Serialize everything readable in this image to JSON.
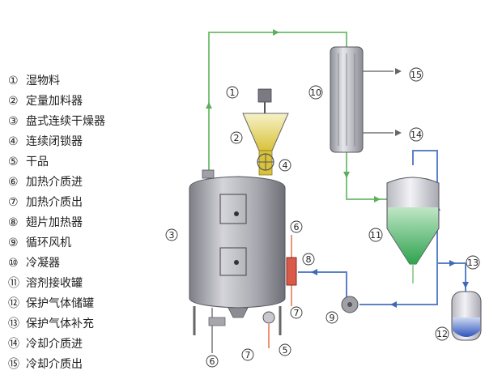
{
  "legend": [
    {
      "num": "①",
      "label": "湿物料"
    },
    {
      "num": "②",
      "label": "定量加料器"
    },
    {
      "num": "③",
      "label": "盘式连续干燥器"
    },
    {
      "num": "④",
      "label": "连续闭锁器"
    },
    {
      "num": "⑤",
      "label": "干品"
    },
    {
      "num": "⑥",
      "label": "加热介质进"
    },
    {
      "num": "⑦",
      "label": "加热介质出"
    },
    {
      "num": "⑧",
      "label": "翅片加热器"
    },
    {
      "num": "⑨",
      "label": "循环风机"
    },
    {
      "num": "⑩",
      "label": "冷凝器"
    },
    {
      "num": "⑪",
      "label": "溶剂接收罐"
    },
    {
      "num": "⑫",
      "label": "保护气体储罐"
    },
    {
      "num": "⑬",
      "label": "保护气体补充"
    },
    {
      "num": "⑭",
      "label": "冷却介质进"
    },
    {
      "num": "⑮",
      "label": "冷却介质出"
    }
  ],
  "callouts": [
    "1",
    "2",
    "3",
    "4",
    "5",
    "6",
    "7",
    "8",
    "9",
    "10",
    "11",
    "12",
    "13",
    "14",
    "15"
  ],
  "colors": {
    "vapor_pipe": "#7cc47c",
    "gas_pipe": "#5b82c7",
    "heat_pipe": "#e8704a",
    "vessel": "#9a9aa2",
    "solvent": "#4fbf6a",
    "protective_gas": "#3a62c4",
    "feed": "#e8d03a"
  }
}
